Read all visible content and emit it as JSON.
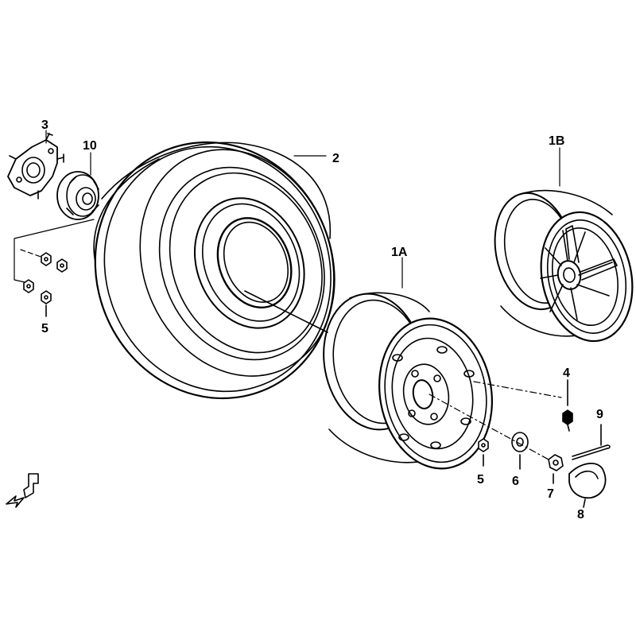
{
  "diagram": {
    "callouts": {
      "hub": "3",
      "hub_bearing": "10",
      "tire": "2",
      "wheel_steel": "1A",
      "wheel_alloy": "1B",
      "nut_left": "5",
      "valve": "4",
      "pin": "9",
      "nut_right": "5",
      "washer": "6",
      "castle_nut": "7",
      "cap": "8"
    }
  }
}
